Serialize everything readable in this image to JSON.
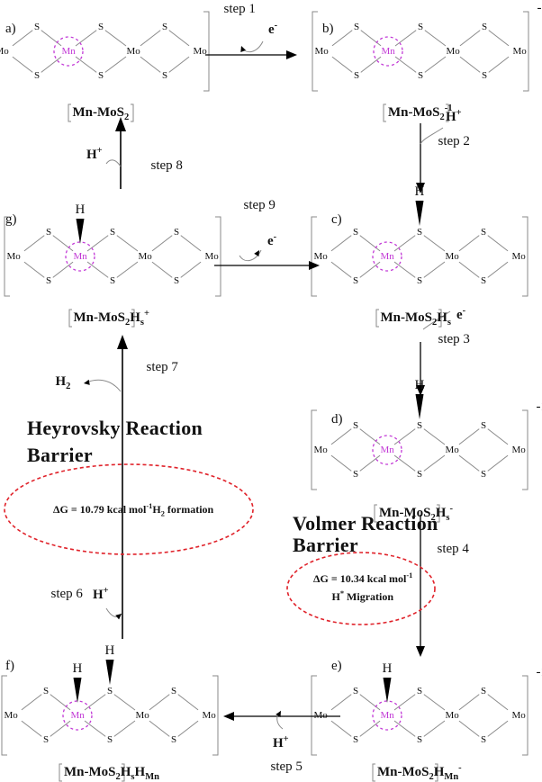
{
  "colors": {
    "stroke": "#8a8a8a",
    "manganese": "#c23ad6",
    "ellipse": "#e0222a",
    "text": "#111111"
  },
  "atoms": {
    "mo": "Mo",
    "s": "S",
    "mn": "Mn",
    "h": "H"
  },
  "panels": {
    "a": {
      "letter": "a)",
      "formula_main": "Mn-MoS",
      "formula_sub": "2",
      "formula_tail": "",
      "formula_tail_sub": "",
      "formula_sup": "",
      "charge": ""
    },
    "b": {
      "letter": "b)",
      "formula_main": "Mn-MoS",
      "formula_sub": "2",
      "formula_tail": "",
      "formula_tail_sub": "",
      "formula_sup": "-1",
      "charge": "-1"
    },
    "c": {
      "letter": "c)",
      "formula_main": "Mn-MoS",
      "formula_sub": "2",
      "formula_tail": "H",
      "formula_tail_sub": "s",
      "formula_sup": "",
      "charge": ""
    },
    "d": {
      "letter": "d)",
      "formula_main": "Mn-MoS",
      "formula_sub": "2",
      "formula_tail": "H",
      "formula_tail_sub": "s",
      "formula_sup": "-",
      "charge": "-1"
    },
    "e": {
      "letter": "e)",
      "formula_main": "Mn-MoS",
      "formula_sub": "2",
      "formula_tail": "H",
      "formula_tail_sub": "Mn",
      "formula_sup": "-",
      "charge": "-1"
    },
    "f": {
      "letter": "f)",
      "formula_main": "Mn-MoS",
      "formula_sub": "2",
      "formula_tail": "H",
      "formula_tail_sub": "s",
      "formula_tail2": "H",
      "formula_tail2_sub": "Mn",
      "formula_sup": "",
      "charge": ""
    },
    "g": {
      "letter": "g)",
      "formula_main": "Mn-MoS",
      "formula_sub": "2",
      "formula_tail": "H",
      "formula_tail_sub": "s",
      "formula_sup": "+",
      "charge": ""
    }
  },
  "steps": {
    "s1": "step 1",
    "s2": "step 2",
    "s3": "step 3",
    "s4": "step 4",
    "s5": "step 5",
    "s6": "step 6",
    "s7": "step 7",
    "s8": "step 8",
    "s9": "step 9"
  },
  "species": {
    "electron": "e",
    "electron_sup": "-",
    "proton": "H",
    "proton_sup": "+",
    "h2": "H",
    "h2_sub": "2"
  },
  "heyrovsky": {
    "line1": "Heyrovsky Reaction",
    "line2": "Barrier",
    "eq": "ΔG = 10.79 kcal mol",
    "eq_sup": "-1",
    "eq_tail": "H",
    "eq_tail_sub": "2",
    "eq_tail2": " formation"
  },
  "volmer": {
    "line1": "Volmer Reaction",
    "line2": "Barrier",
    "eq": "ΔG = 10.34 kcal mol",
    "eq_sup": "-1",
    "eq_line2": "H",
    "eq_line2_sup": "*",
    "eq_line2_tail": " Migration"
  }
}
